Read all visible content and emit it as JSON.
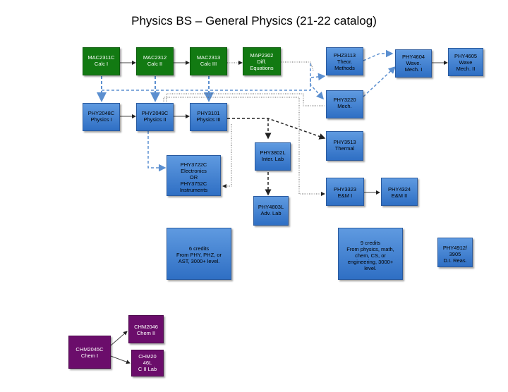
{
  "title": "Physics BS – General Physics (21-22 catalog)",
  "colors": {
    "core": "#2f6fc4",
    "math": "#127a12",
    "chem": "#6b0d6b",
    "arrow": "#5b8fd0"
  },
  "nodes": {
    "mac2311c": "MAC2311C\nCalc I",
    "mac2312": "MAC2312\nCalc II",
    "mac2313": "MAC2313\nCalc III",
    "map2302": "MAP2302\nDiff.\nEquations",
    "phz3113": "PHZ3113\nTheor.\nMethods",
    "phy4604": "PHY4604\nWave.\nMech. I",
    "phy4605": "PHY4605\nWave\nMech. II",
    "phy2048c": "PHY2048C\nPhysics I",
    "phy2049c": "PHY2049C\nPhysics II",
    "phy3101": "PHY3101\nPhysics III",
    "phy3220": "PHY3220\nMech.",
    "phy3513": "PHY3513\nThermal",
    "phy3802l": "PHY3802L\nInter. Lab",
    "phy3722c": "PHY3722C\nElectronics\nOR\nPHY3752C\nInstruments",
    "phy3323": "PHY3323\nE&M I",
    "phy4324": "PHY4324\nE&M II",
    "phy4803l": "PHY4803L\nAdv. Lab",
    "elective6": "6 credits\nFrom PHY, PHZ, or\nAST, 3000+ level.",
    "elective9": "9 credits\nFrom physics, math,\nchem, CS, or\nengineering, 3000+\nlevel.",
    "phy4912": "PHY4912/\n3905\nD.I. Reas.",
    "chm2046": "CHM2046\nChem II",
    "chm2045c": "CHM2045C\nChem I",
    "chm2046l": "CHM20\n46L\nC II Lab"
  }
}
